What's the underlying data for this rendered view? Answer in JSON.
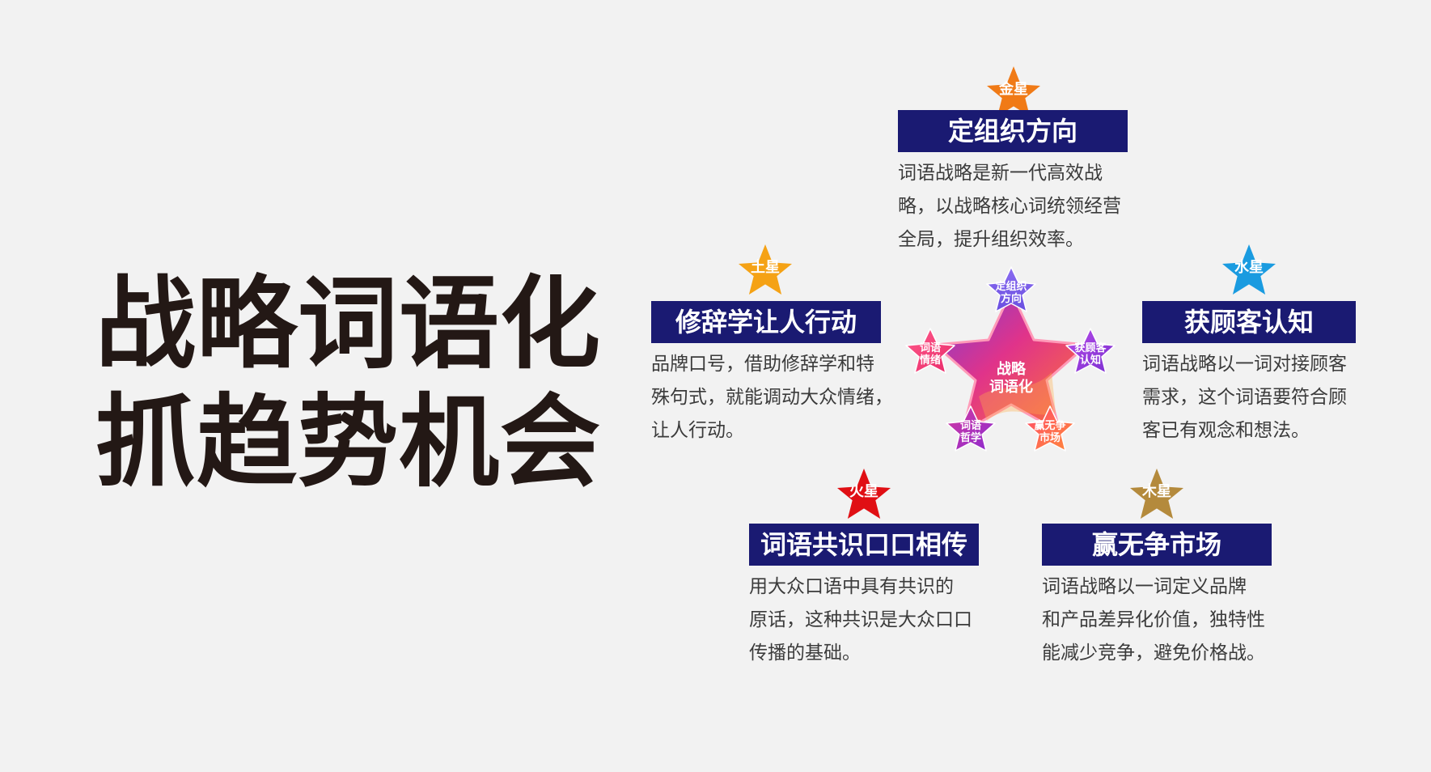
{
  "headline": {
    "line1": "战略词语化",
    "line2": "抓趋势机会"
  },
  "colors": {
    "title_bg": "#1a1a72",
    "venus": "#f07a16",
    "saturn": "#f5a215",
    "mercury": "#1a9be0",
    "mars": "#e00f14",
    "jupiter": "#b48a3c"
  },
  "blocks": [
    {
      "id": "venus",
      "star": "金星",
      "title": "定组织方向",
      "lines": [
        "词语战略是新一代高效战",
        "略，以战略核心词统领经营",
        "全局，提升组织效率。"
      ]
    },
    {
      "id": "saturn",
      "star": "土星",
      "title": "修辞学让人行动",
      "lines": [
        "品牌口号，借助修辞学和特",
        "殊句式，就能调动大众情绪，",
        "让人行动。"
      ]
    },
    {
      "id": "mercury",
      "star": "水星",
      "title": "获顾客认知",
      "lines": [
        "词语战略以一词对接顾客",
        "需求，这个词语要符合顾",
        "客已有观念和想法。"
      ]
    },
    {
      "id": "mars",
      "star": "火星",
      "title": "词语共识口口相传",
      "lines": [
        "用大众口语中具有共识的",
        "原话，这种共识是大众口口",
        "传播的基础。"
      ]
    },
    {
      "id": "jupiter",
      "star": "木星",
      "title": "赢无争市场",
      "lines": [
        "词语战略以一词定义品牌",
        "和产品差异化价值，独特性",
        "能减少竞争，避免价格战。"
      ]
    }
  ],
  "center": {
    "main": [
      "战略",
      "词语化"
    ],
    "top": [
      "定组织",
      "方向"
    ],
    "left": [
      "词语",
      "情绪"
    ],
    "right": [
      "获顾客",
      "认知"
    ],
    "bottom_left": [
      "词语",
      "哲学"
    ],
    "bottom_right": [
      "赢无争",
      "市场"
    ]
  }
}
